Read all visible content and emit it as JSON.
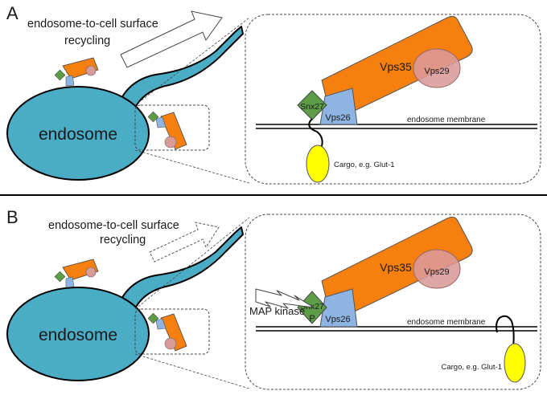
{
  "panels": [
    {
      "letter": "A",
      "recycling_line1": "endosome-to-cell surface",
      "recycling_line2": "recycling",
      "endosome_label": "endosome",
      "vps35": "Vps35",
      "vps29": "Vps29",
      "snx27": "Snx27",
      "vps26": "Vps26",
      "membrane": "endosome membrane",
      "cargo": "Cargo, e.g. Glut-1"
    },
    {
      "letter": "B",
      "recycling_line1": "endosome-to-cell surface",
      "recycling_line2": "recycling",
      "endosome_label": "endosome",
      "vps35": "Vps35",
      "vps29": "Vps29",
      "snx27": "Snx27",
      "phospho": "P",
      "vps26": "Vps26",
      "membrane": "endosome membrane",
      "cargo": "Cargo, e.g. Glut-1",
      "kinase": "MAP kinase"
    }
  ],
  "colors": {
    "endosome": "#4bacc6",
    "vps35": "#f57f0f",
    "vps29": "#d99a98",
    "snx27": "#5e9d48",
    "vps26": "#8eb4e3",
    "cargo": "#ffff00"
  }
}
